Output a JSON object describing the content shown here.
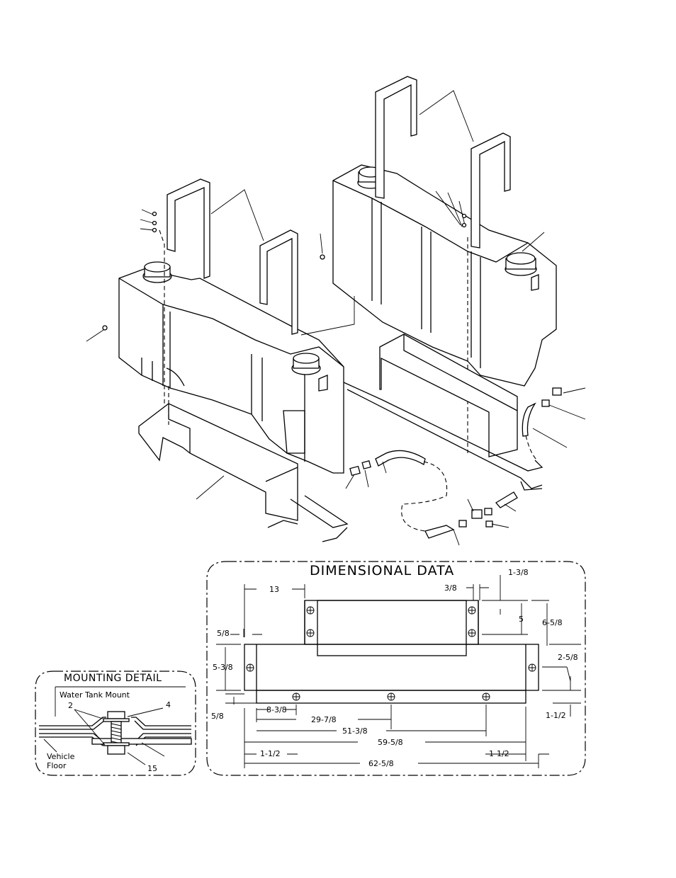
{
  "dimensional": {
    "title": "DIMENSIONAL  DATA",
    "d_13": "13",
    "d_1_3_8": "1-3/8",
    "d_3_8": "3/8",
    "d_5": "5",
    "d_6_5_8": "6-5/8",
    "d_5_8_top": "5/8",
    "d_2_5_8": "2-5/8",
    "d_5_3_8": "5-3/8",
    "d_5_8_low": "5/8",
    "d_8_3_8": "8-3/8",
    "d_1_1_2_r": "1-1/2",
    "d_29_7_8": "29-7/8",
    "d_51_3_8": "51-3/8",
    "d_59_5_8": "59-5/8",
    "d_1_1_2_l": "1-1/2",
    "d_1_1_2_b": "1-1/2",
    "d_62_5_8": "62-5/8"
  },
  "mounting": {
    "title": "MOUNTING  DETAIL",
    "subtitle": "Water Tank Mount",
    "callout_2": "2",
    "callout_4": "4",
    "callout_15": "15",
    "floor_line1": "Vehicle",
    "floor_line2": "Floor"
  }
}
